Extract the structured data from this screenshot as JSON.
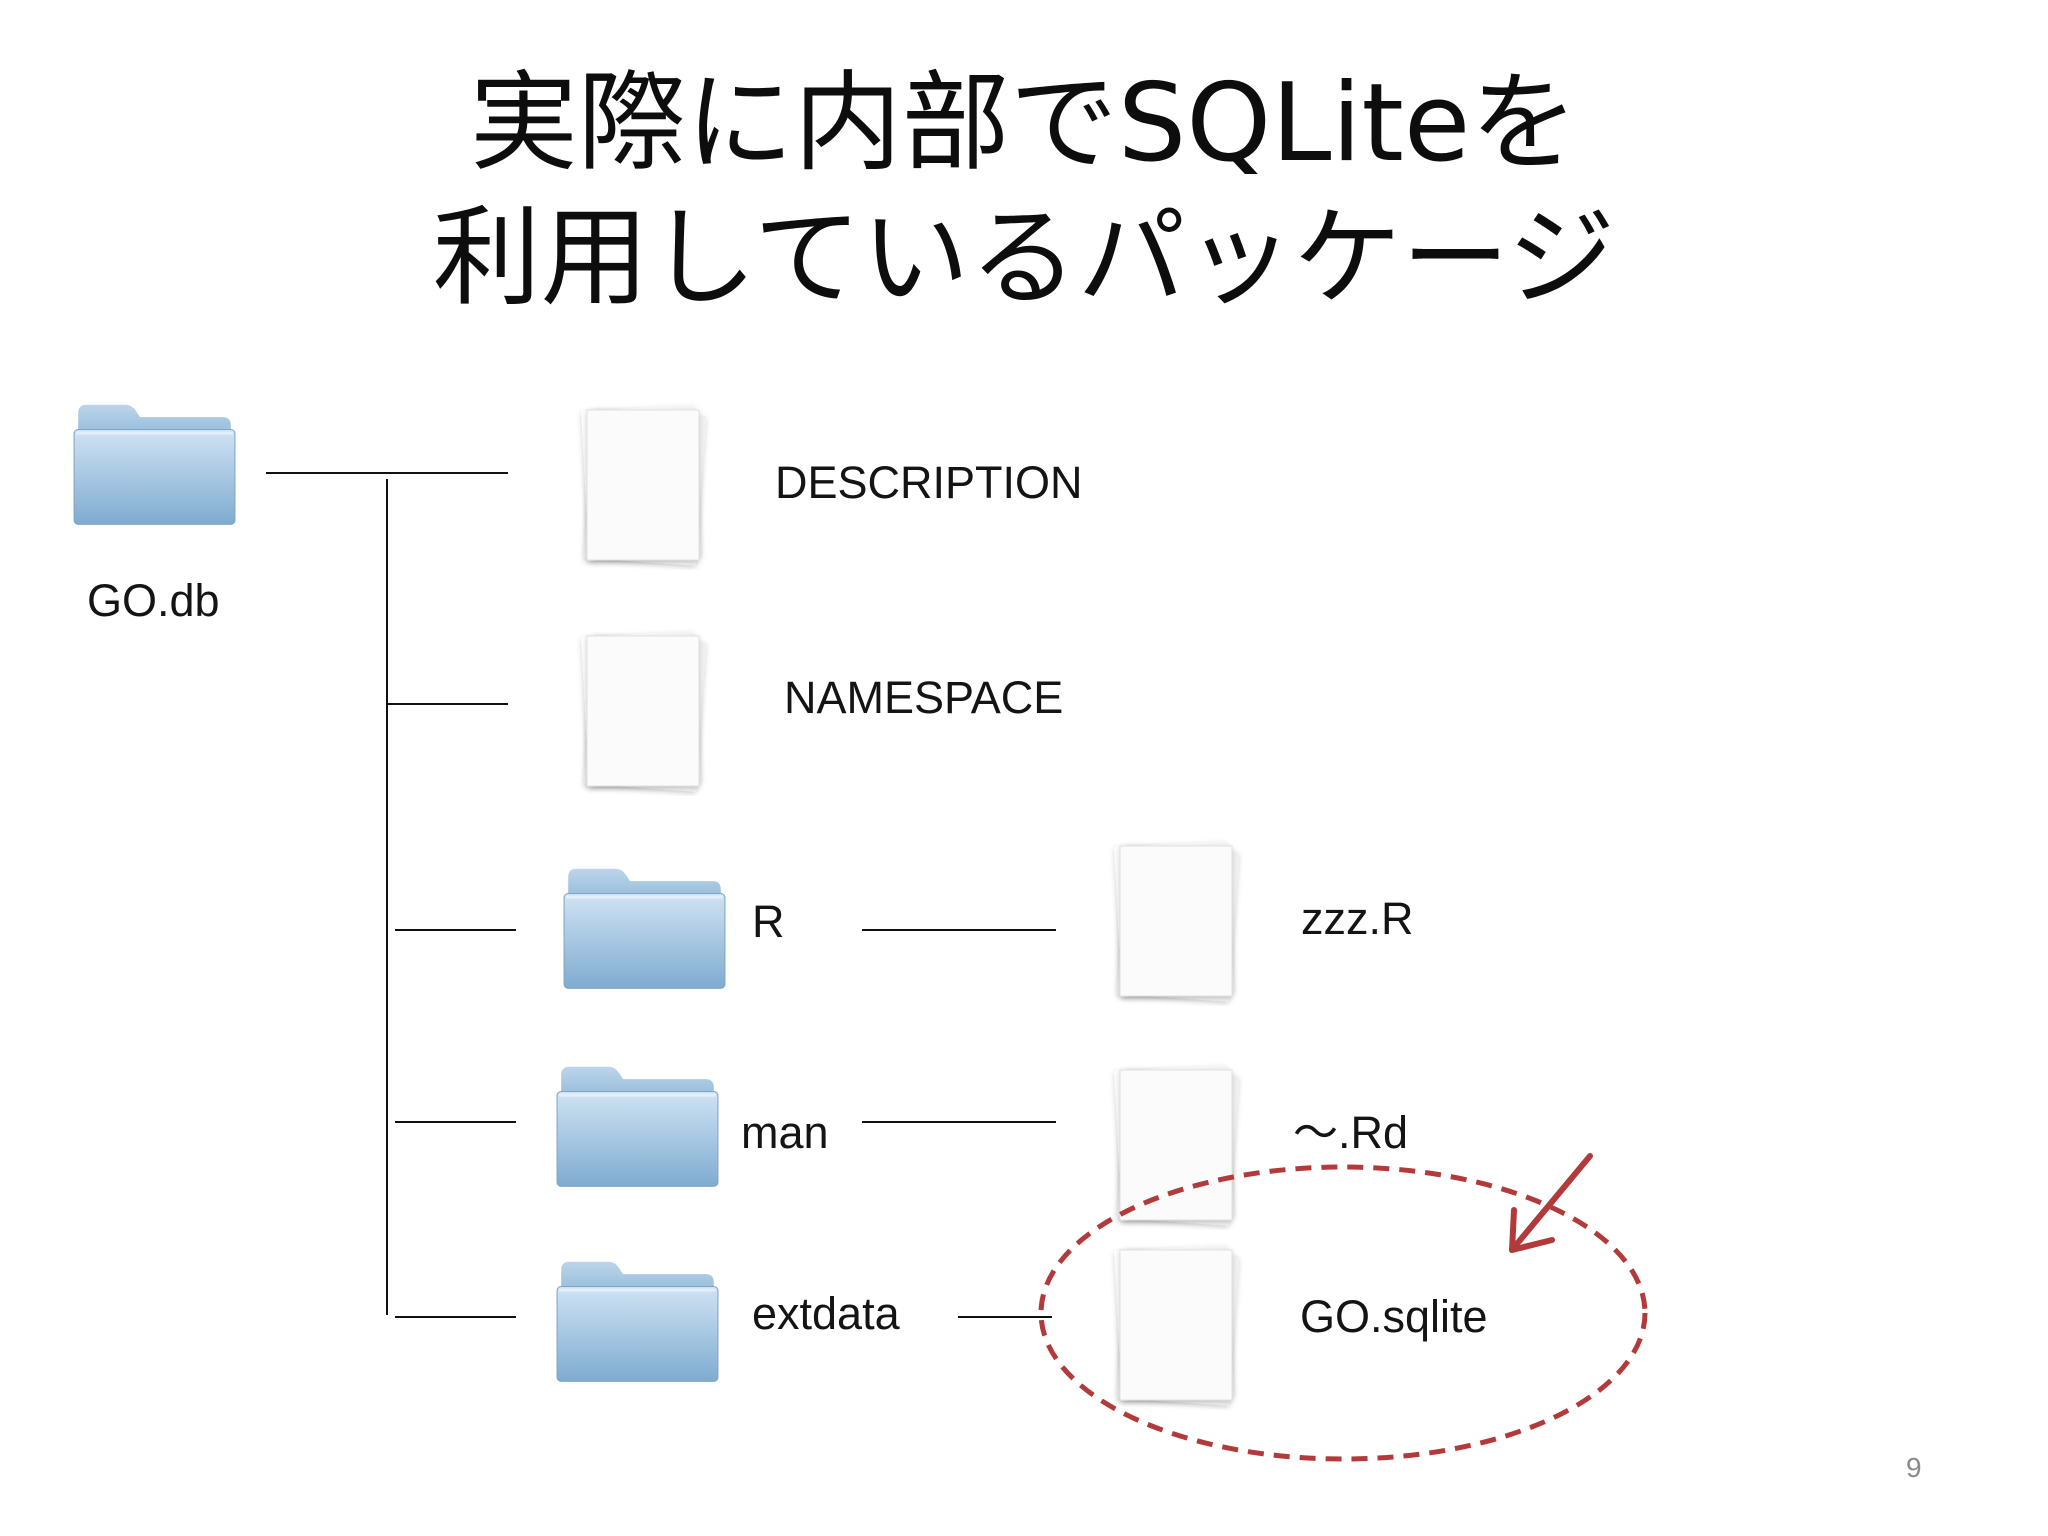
{
  "slide": {
    "title_line1": "実際に内部でSQLiteを",
    "title_line2": "利用しているパッケージ",
    "page_number": "9"
  },
  "tree": {
    "root": {
      "name": "GO.db",
      "icon": "folder-icon"
    },
    "children": [
      {
        "name": "DESCRIPTION",
        "icon": "document-icon"
      },
      {
        "name": "NAMESPACE",
        "icon": "document-icon"
      },
      {
        "name": "R",
        "icon": "folder-icon",
        "child": {
          "name": "zzz.R",
          "icon": "document-icon"
        }
      },
      {
        "name": "man",
        "icon": "folder-icon",
        "child": {
          "name": "～.Rd",
          "icon": "document-icon"
        }
      },
      {
        "name": "extdata",
        "icon": "folder-icon",
        "child": {
          "name": "GO.sqlite",
          "icon": "document-icon",
          "highlighted": true
        }
      }
    ]
  },
  "colors": {
    "folder_light": "#c9def0",
    "folder_dark": "#82aed2",
    "highlight_red": "#b23a3a",
    "connector": "#111111"
  }
}
